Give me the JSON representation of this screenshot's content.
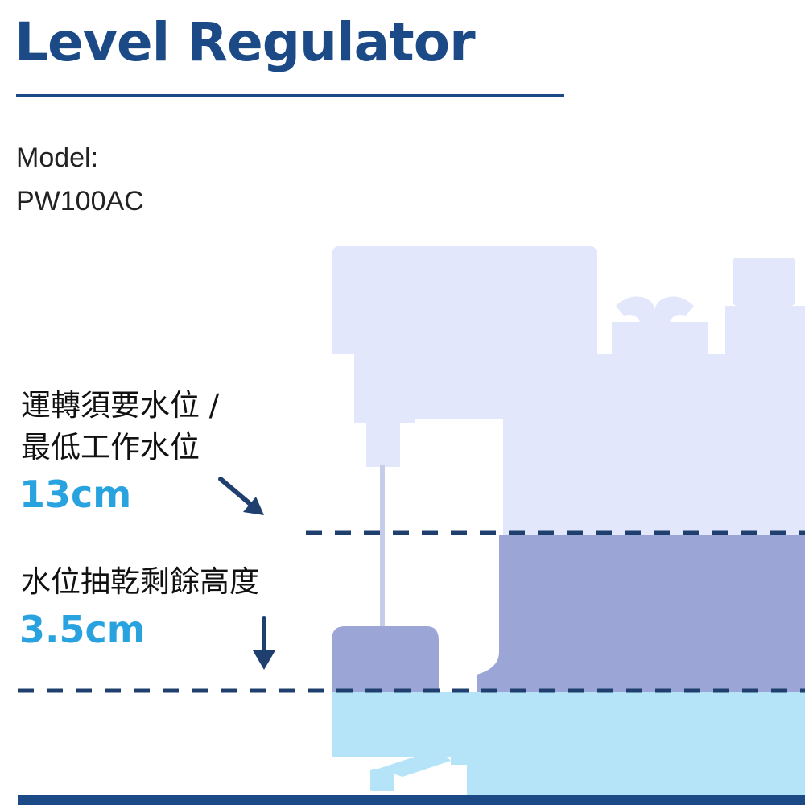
{
  "title": "Level Regulator",
  "model": {
    "label": "Model:",
    "value": "PW100AC"
  },
  "levels": {
    "operating": {
      "label_line1": "運轉須要水位 /",
      "label_line2": "最低工作水位",
      "value": "13cm"
    },
    "residual": {
      "label": "水位抽乾剩餘高度",
      "value": "3.5cm"
    }
  },
  "colors": {
    "title": "#1c4a87",
    "value_text": "#29a3df",
    "pump_body": "#e3e7fb",
    "pump_submerged": "#9ba6d6",
    "water": "#b5e4f8",
    "dashes": "#1f3f6e",
    "floor": "#1c4a87"
  },
  "icons": {
    "arrow_to_operating_level": "arrow-down-right-icon",
    "arrow_to_residual_level": "arrow-down-icon"
  }
}
